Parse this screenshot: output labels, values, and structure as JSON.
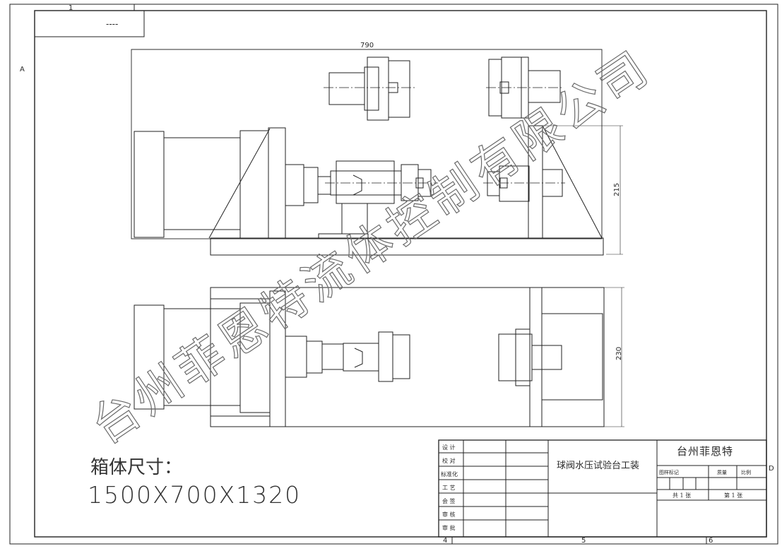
{
  "sheet": {
    "grid_top": [
      "1"
    ],
    "grid_left": [
      "A"
    ],
    "grid_right": [
      "D"
    ],
    "grid_bottom": [
      "4",
      "5",
      "6"
    ],
    "corner_box": "----"
  },
  "dimensions": {
    "width_top": "790",
    "height_side": "215",
    "height_plan": "230"
  },
  "watermark": "台州菲恩特流体控制有限公司",
  "box_size": {
    "label": "箱体尺寸：",
    "value": "1500X700X1320"
  },
  "title_block": {
    "roles": [
      "设 计",
      "校 对",
      "标准化",
      "工 艺",
      "会 签",
      "审 核",
      "审 批"
    ],
    "drawing_name": "球阀水压试验台工装",
    "company": "台州菲恩特",
    "mark_label": "图样标记",
    "weight_label": "质量",
    "scale_label": "比例",
    "total_sheets": "共  1  张",
    "sheet_no": "第  1  张"
  }
}
